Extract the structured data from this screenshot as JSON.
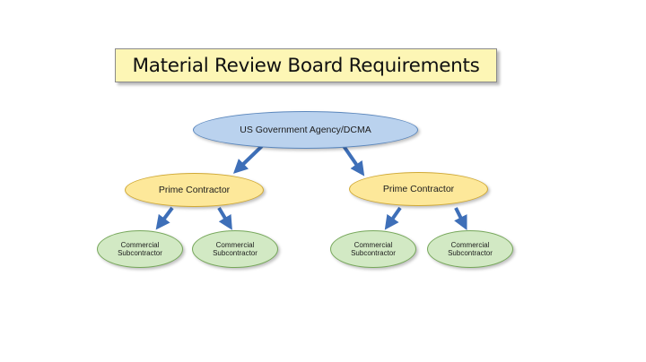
{
  "title": "Material Review Board Requirements",
  "nodes": {
    "agency": "US Government Agency/DCMA",
    "prime_left": "Prime Contractor",
    "prime_right": "Prime Contractor",
    "sub_1": "Commercial Subcontractor",
    "sub_2": "Commercial Subcontractor",
    "sub_3": "Commercial Subcontractor",
    "sub_4": "Commercial Subcontractor"
  },
  "colors": {
    "title_fill": "#fdf6b5",
    "agency_fill": "#bad2ee",
    "prime_fill": "#fde89a",
    "sub_fill": "#d2e9c4",
    "arrow": "#3e6fb8"
  }
}
